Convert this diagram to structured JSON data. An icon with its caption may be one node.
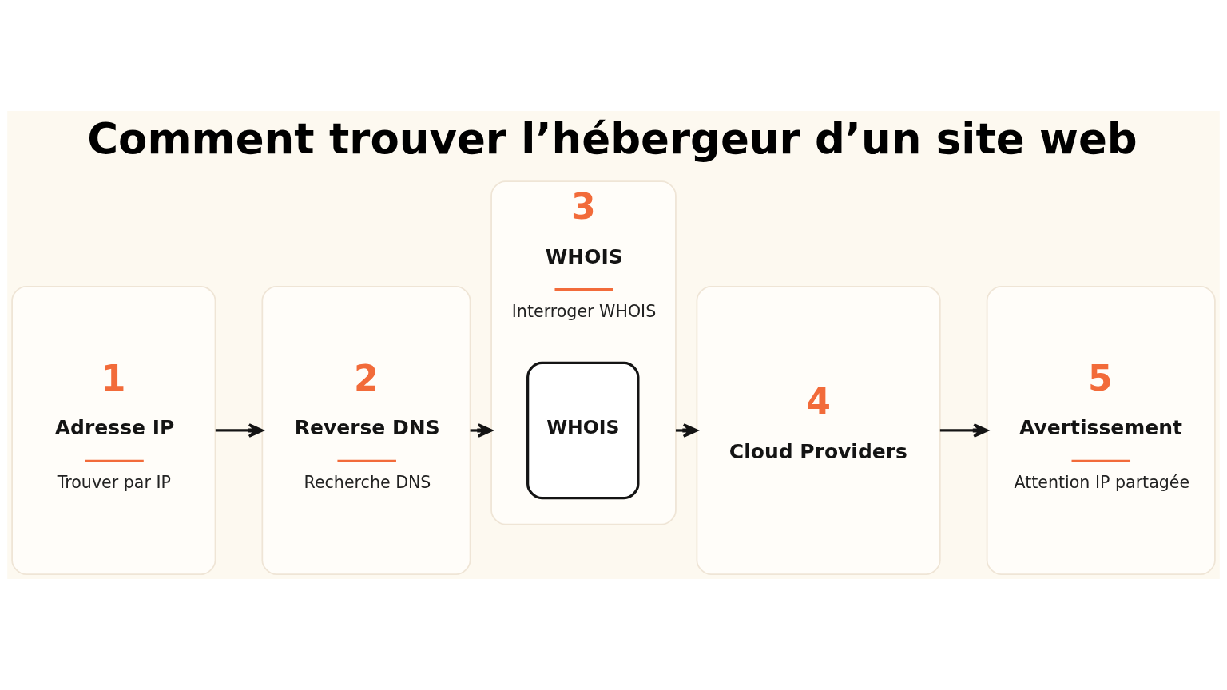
{
  "diagram": {
    "title": "Comment trouver l’hébergeur d’un site web",
    "nodes": [
      {
        "text": [
          "1",
          "Adresse IP",
          "Trouver par IP"
        ]
      },
      {
        "text": [
          "2",
          "Reverse DNS",
          "Recherche DNS"
        ]
      },
      {
        "text": [
          "3",
          "WHOIS",
          "Interroger WHOIS"
        ]
      },
      {
        "text": [
          "WHOIS"
        ],
        "in": 2
      },
      {
        "text": [
          "4",
          "Cloud Providers"
        ]
      },
      {
        "text": [
          "5",
          "Avertissement",
          "Attention IP partagée"
        ]
      }
    ],
    "edges": [
      {
        "from": 0,
        "to": 1,
        "arrow": "to"
      },
      {
        "from": 1,
        "to": 2,
        "arrow": "to"
      },
      {
        "from": 2,
        "to": 4,
        "arrow": "to"
      },
      {
        "from": 4,
        "to": 5,
        "arrow": "to"
      }
    ]
  }
}
